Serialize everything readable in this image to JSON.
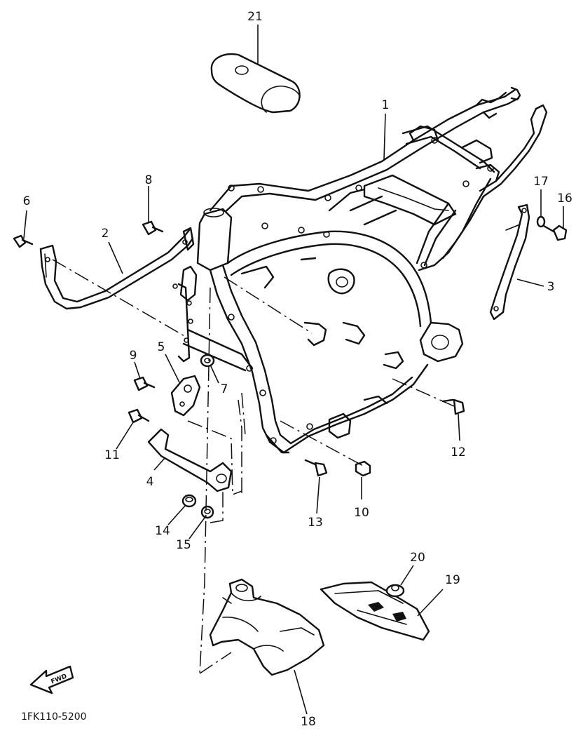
{
  "diagram": {
    "drawing_number": "1FK110-5200",
    "direction_arrow_label": "FWD",
    "callouts": [
      {
        "id": "c1",
        "label": "1"
      },
      {
        "id": "c2",
        "label": "2"
      },
      {
        "id": "c3",
        "label": "3"
      },
      {
        "id": "c4",
        "label": "4"
      },
      {
        "id": "c5",
        "label": "5"
      },
      {
        "id": "c6",
        "label": "6"
      },
      {
        "id": "c7",
        "label": "7"
      },
      {
        "id": "c8",
        "label": "8"
      },
      {
        "id": "c9",
        "label": "9"
      },
      {
        "id": "c10",
        "label": "10"
      },
      {
        "id": "c11",
        "label": "11"
      },
      {
        "id": "c12",
        "label": "12"
      },
      {
        "id": "c13",
        "label": "13"
      },
      {
        "id": "c14",
        "label": "14"
      },
      {
        "id": "c15",
        "label": "15"
      },
      {
        "id": "c16",
        "label": "16"
      },
      {
        "id": "c17",
        "label": "17"
      },
      {
        "id": "c18",
        "label": "18"
      },
      {
        "id": "c19",
        "label": "19"
      },
      {
        "id": "c20",
        "label": "20"
      },
      {
        "id": "c21",
        "label": "21"
      }
    ]
  }
}
